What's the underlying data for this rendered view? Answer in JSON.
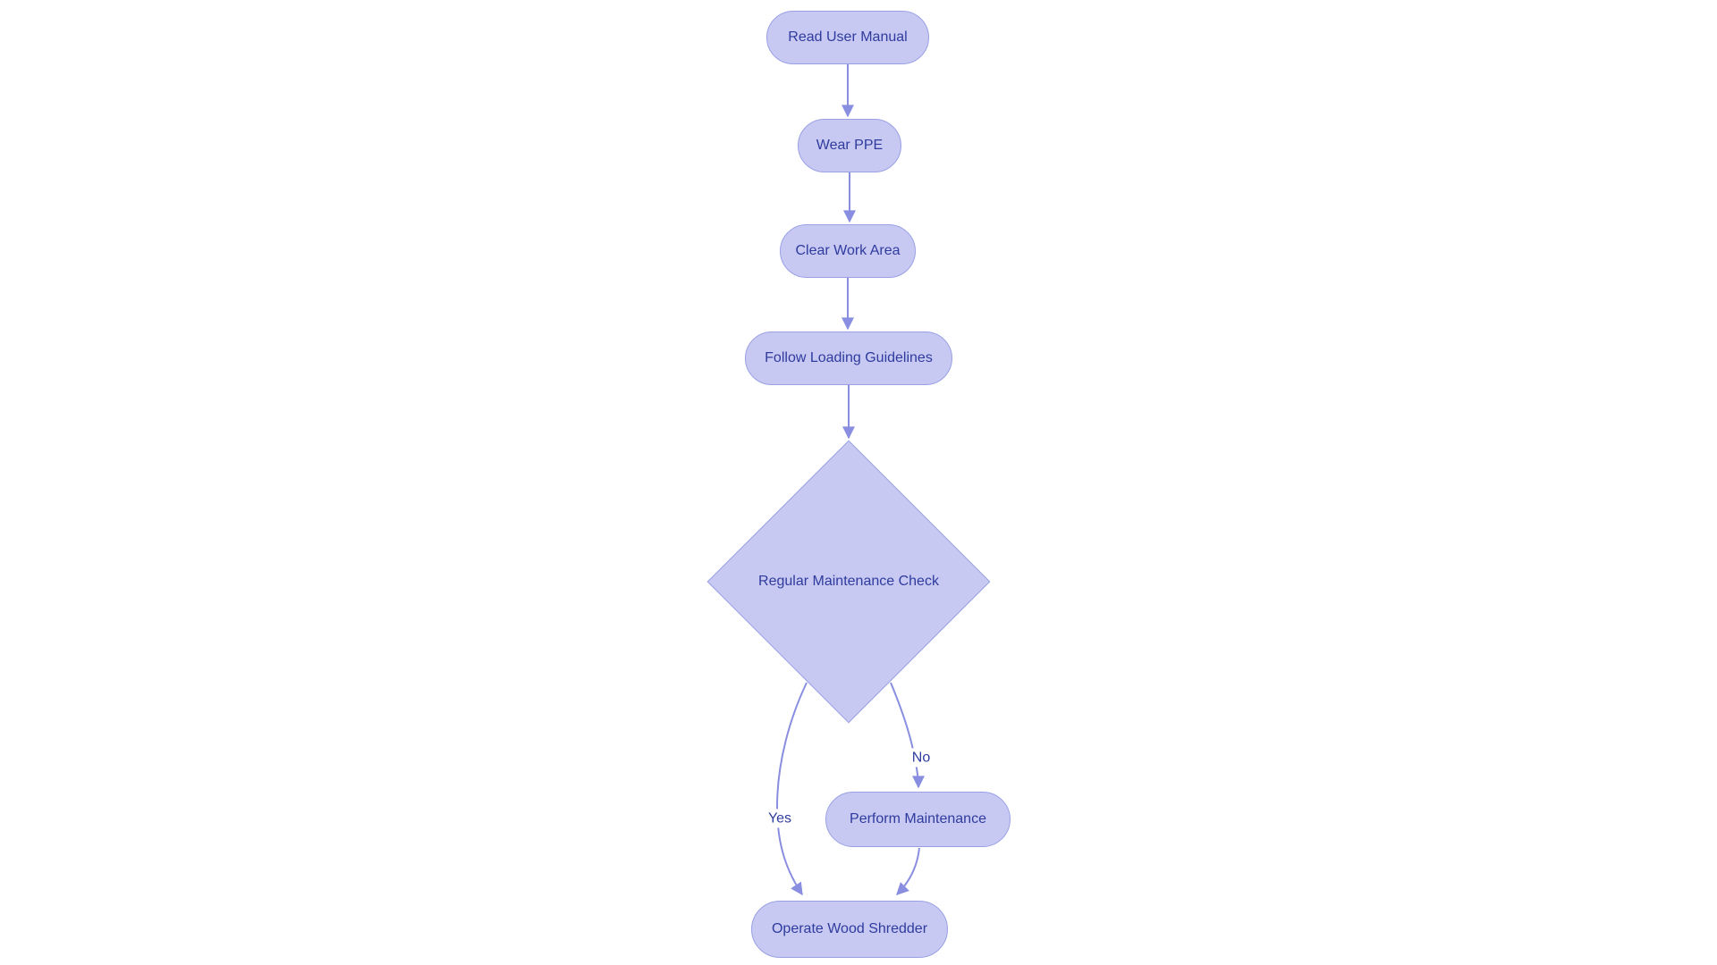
{
  "diagram": {
    "type": "flowchart",
    "direction": "top-down",
    "colors": {
      "background": "#ffffff",
      "node_fill": "#c7c9f3",
      "node_border": "#9aa1e3",
      "edge_stroke": "#898ee0",
      "text": "#2f3b9d"
    },
    "nodes": [
      {
        "id": "read_user_manual",
        "label": "Read User Manual",
        "shape": "stadium"
      },
      {
        "id": "wear_ppe",
        "label": "Wear PPE",
        "shape": "stadium"
      },
      {
        "id": "clear_work_area",
        "label": "Clear Work Area",
        "shape": "stadium"
      },
      {
        "id": "follow_loading_guidelines",
        "label": "Follow Loading Guidelines",
        "shape": "stadium"
      },
      {
        "id": "regular_maintenance_check",
        "label": "Regular Maintenance Check",
        "shape": "diamond"
      },
      {
        "id": "perform_maintenance",
        "label": "Perform Maintenance",
        "shape": "stadium"
      },
      {
        "id": "operate_wood_shredder",
        "label": "Operate Wood Shredder",
        "shape": "stadium"
      }
    ],
    "edges": [
      {
        "from": "read_user_manual",
        "to": "wear_ppe",
        "label": ""
      },
      {
        "from": "wear_ppe",
        "to": "clear_work_area",
        "label": ""
      },
      {
        "from": "clear_work_area",
        "to": "follow_loading_guidelines",
        "label": ""
      },
      {
        "from": "follow_loading_guidelines",
        "to": "regular_maintenance_check",
        "label": ""
      },
      {
        "from": "regular_maintenance_check",
        "to": "operate_wood_shredder",
        "label": "Yes"
      },
      {
        "from": "regular_maintenance_check",
        "to": "perform_maintenance",
        "label": "No"
      },
      {
        "from": "perform_maintenance",
        "to": "operate_wood_shredder",
        "label": ""
      }
    ]
  }
}
